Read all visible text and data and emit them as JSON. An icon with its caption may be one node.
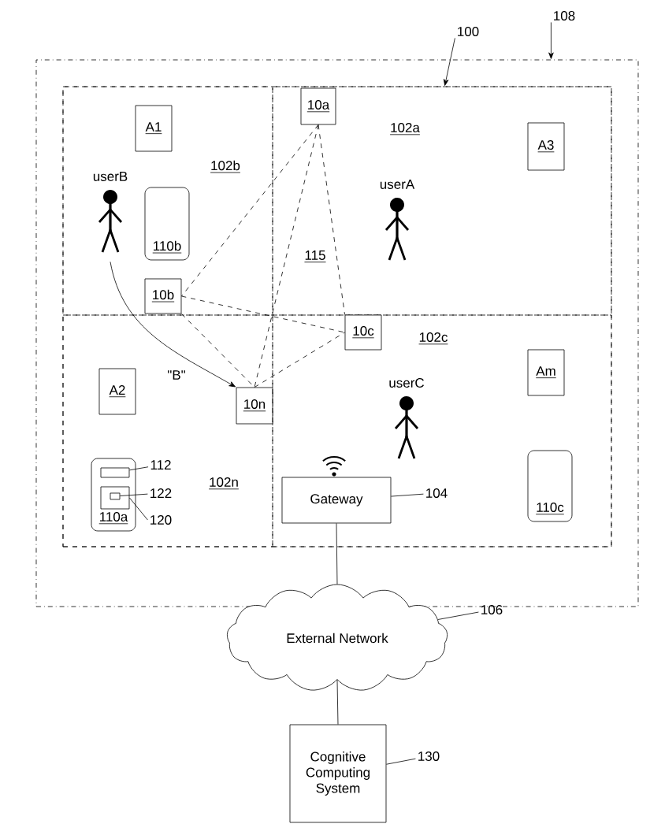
{
  "diagram": {
    "nodes": [
      {
        "text": [],
        "shape": "box"
      },
      {
        "text": [],
        "shape": "box",
        "in": 0
      },
      {
        "text": [
          "102b"
        ],
        "in": 1
      },
      {
        "text": [
          "A1"
        ],
        "in": 2
      },
      {
        "text": [
          "userB"
        ],
        "in": 2
      },
      {
        "text": [
          "110b"
        ],
        "in": 2
      },
      {
        "text": [
          "10b"
        ],
        "in": 2
      },
      {
        "text": [
          "102a"
        ],
        "in": 1
      },
      {
        "text": [
          "10a"
        ],
        "in": 7
      },
      {
        "text": [
          "A3"
        ],
        "in": 7
      },
      {
        "text": [
          "userA"
        ],
        "in": 7
      },
      {
        "text": [
          "102n"
        ],
        "in": 1
      },
      {
        "text": [
          "A2"
        ],
        "in": 11
      },
      {
        "text": [
          "110a"
        ],
        "in": 11
      },
      {
        "text": [],
        "shape": "box",
        "in": 13
      },
      {
        "text": [],
        "shape": "box",
        "in": 13
      },
      {
        "text": [],
        "shape": "box",
        "in": 15
      },
      {
        "text": [
          "10n"
        ],
        "in": 11
      },
      {
        "text": [
          "102c"
        ],
        "in": 1
      },
      {
        "text": [
          "10c"
        ],
        "in": 18
      },
      {
        "text": [
          "Am"
        ],
        "in": 18
      },
      {
        "text": [
          "userC"
        ],
        "in": 18
      },
      {
        "text": [
          "Gateway"
        ],
        "in": 18
      },
      {
        "text": [
          "110c"
        ],
        "in": 18
      },
      {
        "text": [
          "External Network"
        ]
      },
      {
        "text": [
          "Cognitive Computing System"
        ]
      },
      {
        "text": [
          "108"
        ]
      },
      {
        "text": [
          "100"
        ]
      },
      {
        "text": [
          "104"
        ],
        "in": 18
      },
      {
        "text": [
          "106"
        ]
      },
      {
        "text": [
          "130"
        ]
      },
      {
        "text": [
          "112"
        ],
        "in": 11
      },
      {
        "text": [
          "122"
        ],
        "in": 11
      },
      {
        "text": [
          "120"
        ],
        "in": 11
      }
    ],
    "edges": [
      {
        "from": 8,
        "to": 6,
        "arrow": "none",
        "style": "dashed"
      },
      {
        "from": 8,
        "to": 17,
        "arrow": "none",
        "style": "dashed"
      },
      {
        "from": 8,
        "to": 19,
        "arrow": "none",
        "style": "dashed"
      },
      {
        "from": 6,
        "to": 19,
        "arrow": "none",
        "style": "dashed"
      },
      {
        "from": 6,
        "to": 17,
        "arrow": "none",
        "style": "dashed"
      },
      {
        "from": 17,
        "to": 19,
        "arrow": "none",
        "style": "dashed"
      },
      {
        "from": 4,
        "to": 17,
        "arrow": "to",
        "label": "\"B\""
      },
      {
        "from": 22,
        "to": 24,
        "arrow": "none"
      },
      {
        "from": 24,
        "to": 25,
        "arrow": "none"
      },
      {
        "from": 26,
        "to": 0,
        "arrow": "to"
      },
      {
        "from": 27,
        "to": 1,
        "arrow": "to"
      },
      {
        "from": 28,
        "to": 22,
        "arrow": "none"
      },
      {
        "from": 29,
        "to": 24,
        "arrow": "none"
      },
      {
        "from": 30,
        "to": 25,
        "arrow": "none"
      },
      {
        "from": 31,
        "to": 14,
        "arrow": "none"
      },
      {
        "from": 32,
        "to": 16,
        "arrow": "none"
      },
      {
        "from": 33,
        "to": 15,
        "arrow": "none"
      }
    ],
    "labels": [
      "115"
    ]
  }
}
